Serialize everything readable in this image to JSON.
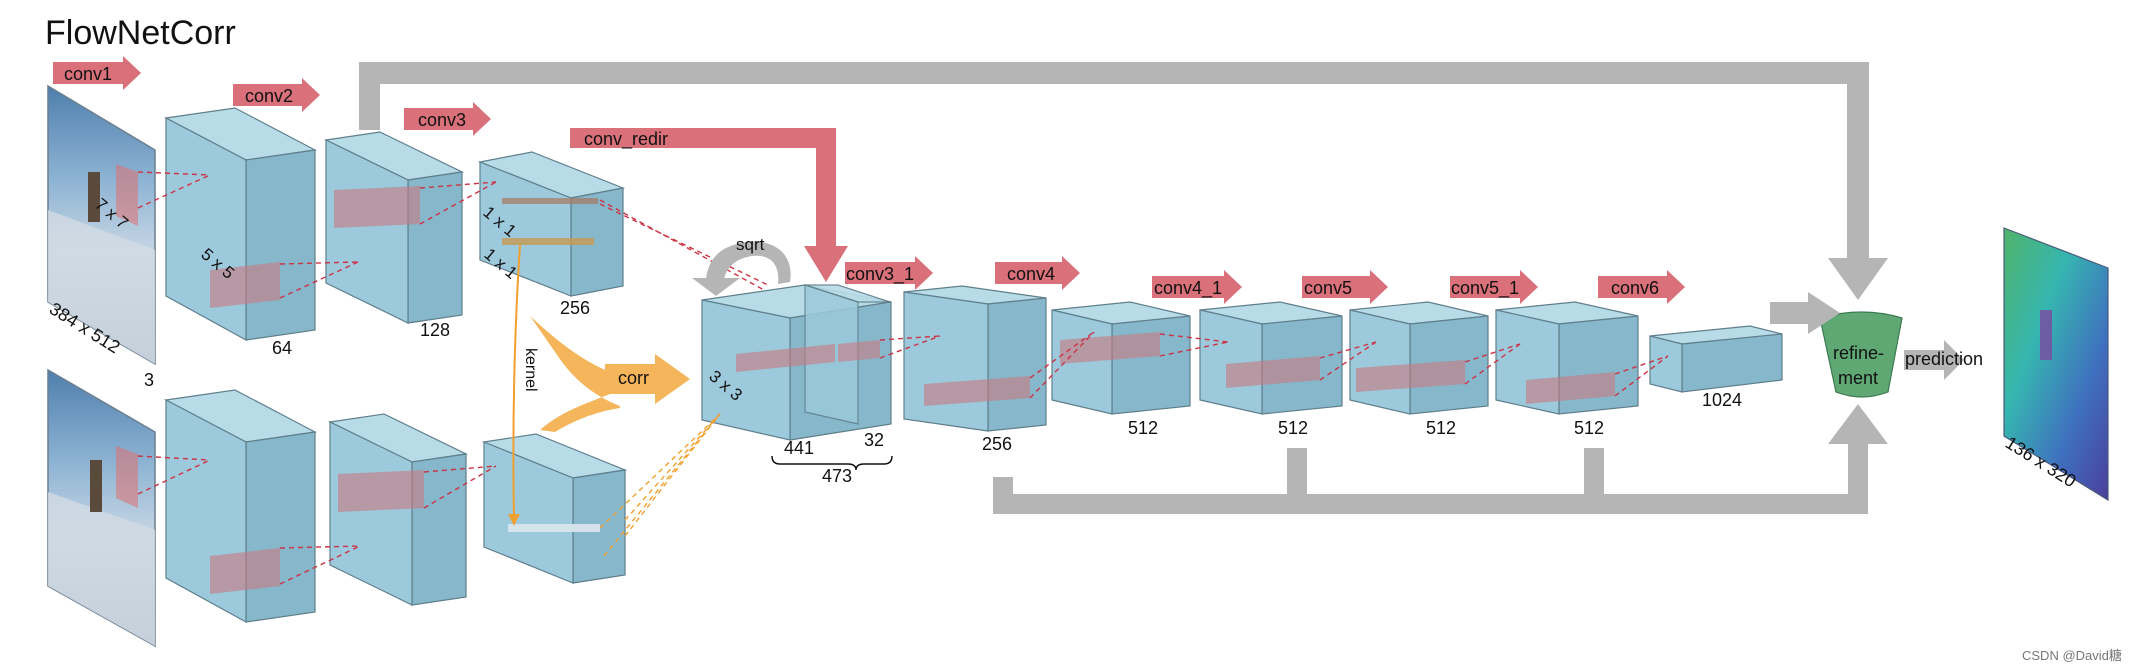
{
  "title": "FlowNetCorr",
  "inputs": {
    "size": "384 x 512",
    "channels": "3"
  },
  "layers": {
    "conv1": "conv1",
    "conv2": "conv2",
    "conv3": "conv3",
    "conv_redir": "conv_redir",
    "conv3_1": "conv3_1",
    "conv4": "conv4",
    "conv4_1": "conv4_1",
    "conv5": "conv5",
    "conv5_1": "conv5_1",
    "conv6": "conv6"
  },
  "kernels": {
    "k7": "7 x 7",
    "k5": "5 x 5",
    "k1a": "1 x 1",
    "k1b": "1 x 1",
    "k3": "3 x 3"
  },
  "depths": {
    "d64": "64",
    "d128": "128",
    "d256a": "256",
    "d441": "441",
    "d32": "32",
    "d473": "473",
    "d256b": "256",
    "d512a": "512",
    "d512b": "512",
    "d512c": "512",
    "d512d": "512",
    "d1024": "1024"
  },
  "ops": {
    "sqrt": "sqrt",
    "kernel": "kernel",
    "corr": "corr",
    "refinement_1": "refine-",
    "refinement_2": "ment",
    "prediction": "prediction"
  },
  "output": {
    "size": "136 x 320"
  },
  "watermark": "CSDN @David糖",
  "colors": {
    "block": "#9cc9dc",
    "block_edge": "#5f7f8c",
    "conv_arrow": "#d9707a",
    "corr": "#f5b55a",
    "skip": "#b5b5b5",
    "refine": "#5fa873"
  }
}
